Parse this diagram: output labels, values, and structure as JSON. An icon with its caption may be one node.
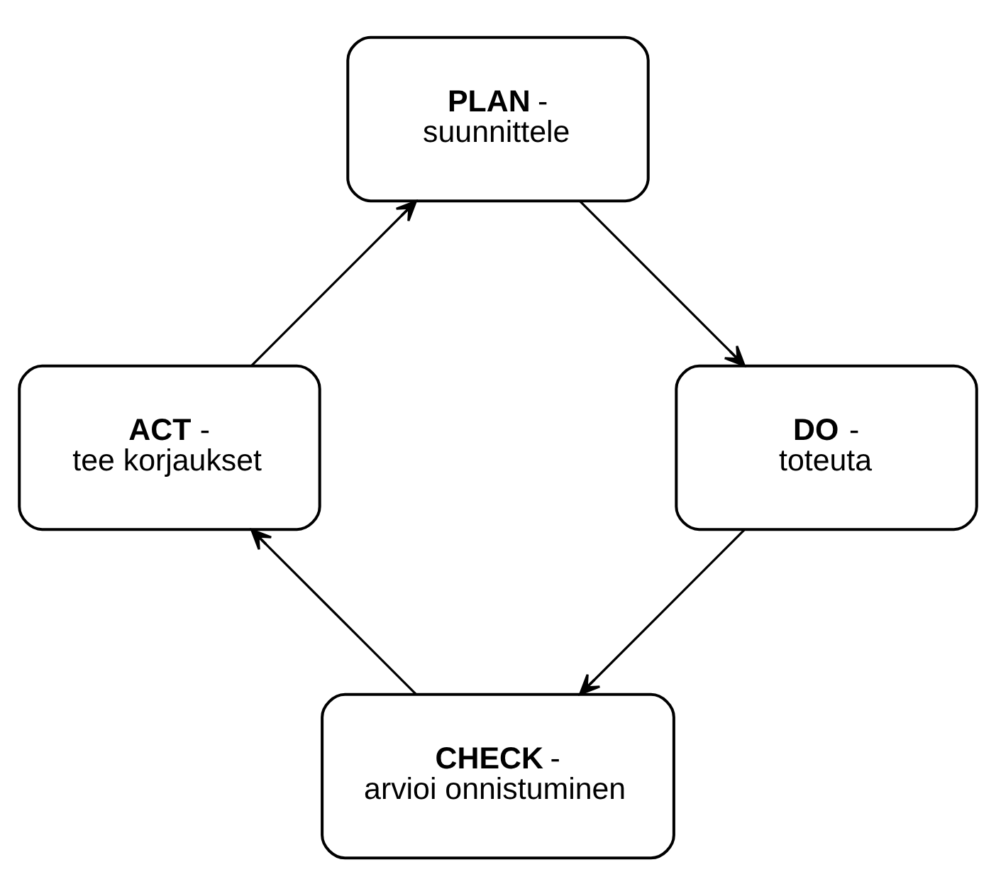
{
  "diagram": {
    "nodes": [
      {
        "text": [
          "**PLAN** -",
          "suunnittele"
        ]
      },
      {
        "text": [
          "**DO** -",
          "toteuta"
        ]
      },
      {
        "text": [
          "**CHECK** -",
          "arvioi onnistuminen"
        ]
      },
      {
        "text": [
          "**ACT** -",
          "tee korjaukset"
        ]
      }
    ],
    "edges": [
      {
        "from": 0,
        "to": 1,
        "arrow": "to"
      },
      {
        "from": 1,
        "to": 2,
        "arrow": "to"
      },
      {
        "from": 2,
        "to": 3,
        "arrow": "to"
      },
      {
        "from": 3,
        "to": 0,
        "arrow": "to"
      }
    ]
  }
}
